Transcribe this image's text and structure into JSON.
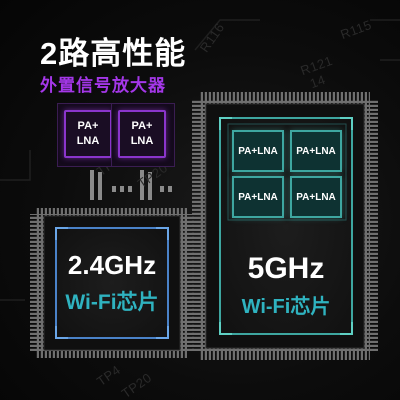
{
  "header": {
    "title": "2路高性能",
    "subtitle": "外置信号放大器"
  },
  "silkscreen": [
    "R116",
    "R115",
    "R121",
    "14",
    "TP4",
    "TP20",
    "TP4",
    "TP20"
  ],
  "external_amplifiers": [
    {
      "line1": "PA+",
      "line2": "LNA"
    },
    {
      "line1": "PA+",
      "line2": "LNA"
    }
  ],
  "chip_24": {
    "band": "2.4GHz",
    "label": "Wi-Fi芯片"
  },
  "chip_5": {
    "band": "5GHz",
    "label": "Wi-Fi芯片",
    "amplifiers": [
      "PA+LNA",
      "PA+LNA",
      "PA+LNA",
      "PA+LNA"
    ]
  },
  "colors": {
    "accent_purple": "#a437e8",
    "accent_teal": "#2fb3c0",
    "chip_outline_24": "#4a82c8",
    "chip_outline_5": "#3ea6a0"
  }
}
